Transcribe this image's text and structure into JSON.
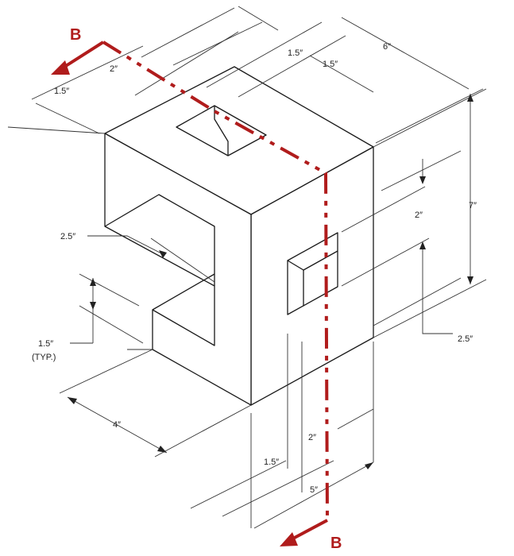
{
  "colors": {
    "section": "#b01c1c",
    "line": "#1a1a1a",
    "paper": "#ffffff"
  },
  "section_label": "B",
  "dims": {
    "top_depth_left": "2″",
    "top_hole_width": "1.5″",
    "top_hole_offset": "1.5″",
    "top_overall": "6″",
    "left_thickness": "1.5″",
    "height_overall": "7″",
    "side_hole_height": "2″",
    "side_hole_bottom": "2.5″",
    "slot_depth": "2.5″",
    "typ_thickness": "1.5″",
    "typ_note": "(TYP.)",
    "front_width": "4″",
    "bottom_hole_offset": "2″",
    "bottom_thickness": "1.5″",
    "bottom_overall": "5″"
  }
}
